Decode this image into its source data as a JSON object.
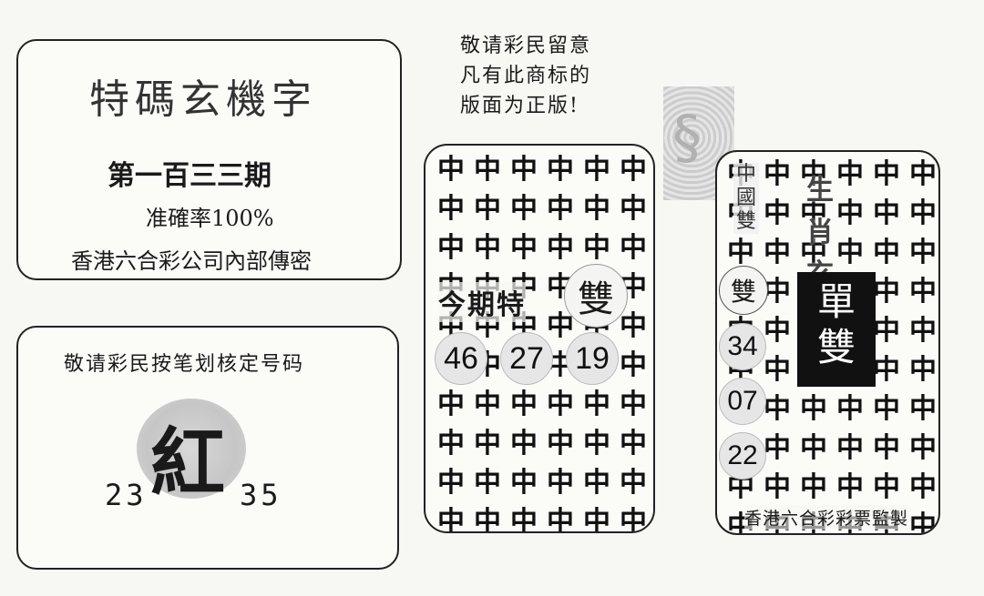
{
  "title_box": {
    "title": "特碼玄機字",
    "issue": "第一百三三期",
    "accuracy": "准確率100%",
    "company": "香港六合彩公司內部傳密"
  },
  "red_box": {
    "instruction": "敬请彩民按笔划核定号码",
    "character": "紅",
    "numbers": [
      "23",
      "35"
    ]
  },
  "notice": {
    "lines": [
      "敬请彩民留意",
      "凡有此商标的",
      "版面为正版!"
    ]
  },
  "grid_char": "中",
  "middle_panel": {
    "label": "今期特",
    "badge": "雙",
    "numbers": [
      "46",
      "27",
      "19"
    ]
  },
  "right_panel": {
    "vertical_label": "中國雙",
    "badge": "雙",
    "top_label": "生肖玄機",
    "box_lines": [
      "單",
      "雙"
    ],
    "numbers": [
      "34",
      "07",
      "22"
    ],
    "footer": "香港六合彩彩票監製"
  }
}
